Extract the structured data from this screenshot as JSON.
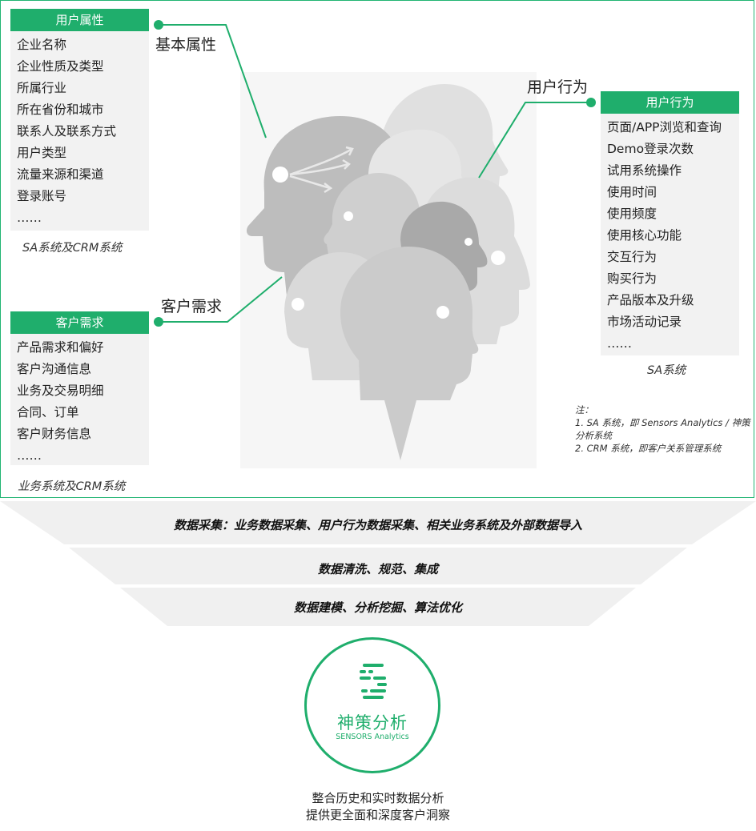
{
  "user_attributes": {
    "header": "用户属性",
    "items": [
      "企业名称",
      "企业性质及类型",
      "所属行业",
      "所在省份和城市",
      "联系人及联系方式",
      "用户类型",
      "流量来源和渠道",
      "登录账号",
      "……"
    ],
    "caption": "SA系统及CRM系统",
    "label": "基本属性"
  },
  "customer_needs": {
    "header": "客户需求",
    "items": [
      "产品需求和偏好",
      "客户沟通信息",
      "业务及交易明细",
      "合同、订单",
      "客户财务信息",
      "……"
    ],
    "caption": "业务系统及CRM系统",
    "label": "客户需求"
  },
  "user_behavior": {
    "header": "用户行为",
    "items": [
      "页面/APP浏览和查询",
      "Demo登录次数",
      "试用系统操作",
      "使用时间",
      "使用频度",
      "使用核心功能",
      "交互行为",
      "购买行为",
      "产品版本及升级",
      "市场活动记录",
      "……"
    ],
    "caption": "SA系统",
    "label": "用户行为"
  },
  "notes": {
    "title": "注：",
    "line1": "1. SA 系统，即 Sensors Analytics / 神策分析系统",
    "line2": "2. CRM 系统，即客户关系管理系统"
  },
  "pipeline": {
    "step1": "数据采集：业务数据采集、用户行为数据采集、相关业务系统及外部数据导入",
    "step2": "数据清洗、规范、集成",
    "step3": "数据建模、分析挖掘、算法优化"
  },
  "logo": {
    "name_cn": "神策分析",
    "name_en": "SENSORS Analytics"
  },
  "footer": {
    "line1": "整合历史和实时数据分析",
    "line2": "提供更全面和深度客户洞察"
  },
  "colors": {
    "accent": "#1fae6c",
    "panel_bg": "#f2f2f2"
  }
}
